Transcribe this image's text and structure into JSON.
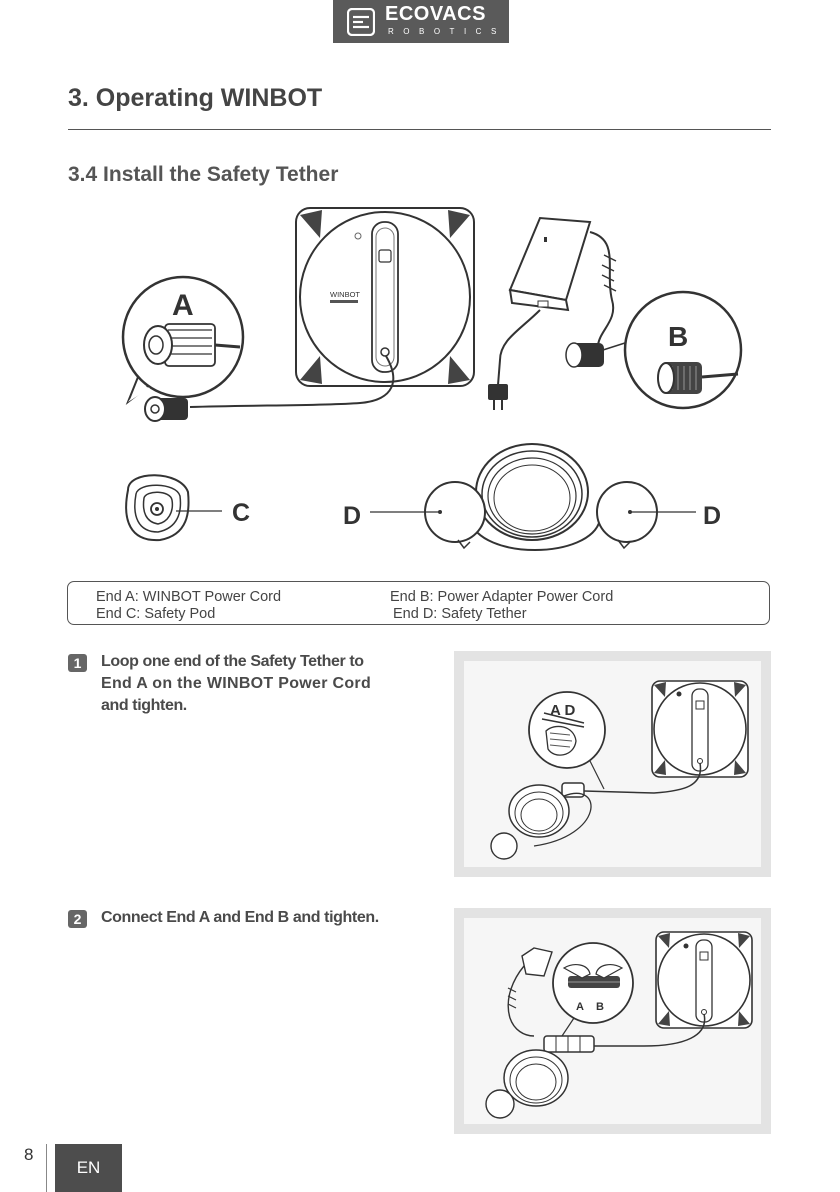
{
  "header": {
    "brand": "ECOVACS",
    "brand_sub": "ROBOTICS"
  },
  "page_title": "3. Operating WINBOT",
  "section_title": "3.4 Install the Safety Tether",
  "diagram": {
    "labels": {
      "a": "A",
      "b": "B",
      "c": "C",
      "d_left": "D",
      "d_right": "D"
    },
    "product_name": "WINBOT"
  },
  "legend": {
    "end_a": "End A: WINBOT Power Cord",
    "end_b": "End B: Power Adapter Power Cord",
    "end_c": "End C: Safety Pod",
    "end_d": "End D: Safety Tether"
  },
  "steps": [
    {
      "number": "1",
      "text_lines": [
        "Loop one end of the Safety Tether to",
        "End A on the WINBOT Power Cord",
        "and tighten."
      ],
      "callout": "A D"
    },
    {
      "number": "2",
      "text_lines": [
        "Connect End A and End B and tighten."
      ],
      "callout_a": "A",
      "callout_b": "B"
    }
  ],
  "footer": {
    "page_number": "8",
    "language": "EN"
  }
}
